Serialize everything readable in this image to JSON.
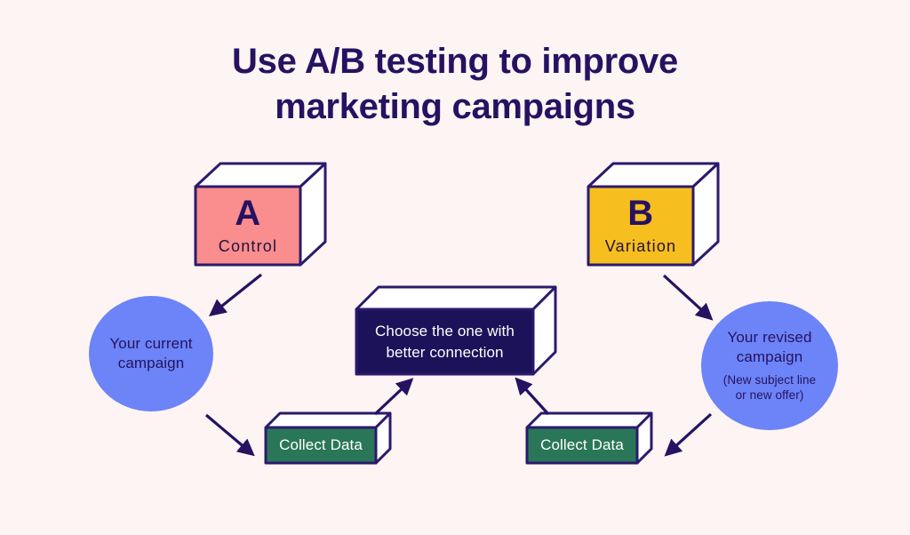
{
  "background_color": "#FDF4F3",
  "title": {
    "line1": "Use A/B testing to improve",
    "line2": "marketing campaigns",
    "color": "#261261"
  },
  "boxes": {
    "control": {
      "letter": "A",
      "label": "Control",
      "face_color": "#FA8D8D",
      "outline_color": "#2B1A6B",
      "top_color": "#FFFFFF",
      "side_color": "#FFFFFF"
    },
    "variation": {
      "letter": "B",
      "label": "Variation",
      "face_color": "#F7BE1F",
      "outline_color": "#2B1A6B",
      "top_color": "#FFFFFF",
      "side_color": "#FFFFFF"
    },
    "decision": {
      "line1": "Choose the one with",
      "line2": "better connection",
      "face_color": "#1B1259",
      "outline_color": "#2B1A6B",
      "text_color": "#FFFFFF"
    },
    "collect_left": {
      "label": "Collect Data",
      "face_color": "#2A7659",
      "outline_color": "#2B1A6B",
      "text_color": "#FFFFFF"
    },
    "collect_right": {
      "label": "Collect Data",
      "face_color": "#2A7659",
      "outline_color": "#2B1A6B",
      "text_color": "#FFFFFF"
    }
  },
  "circles": {
    "current_campaign": {
      "line1": "Your current",
      "line2": "campaign",
      "fill_color": "#6C84F7",
      "text_color": "#261261"
    },
    "revised_campaign": {
      "line1": "Your revised",
      "line2": "campaign",
      "sub1": "(New subject line",
      "sub2": "or new offer)",
      "fill_color": "#6C84F7",
      "text_color": "#261261"
    }
  },
  "arrows": [
    {
      "name": "control-to-current-campaign",
      "direction": "down-left"
    },
    {
      "name": "current-campaign-to-collect-left",
      "direction": "down-right"
    },
    {
      "name": "collect-left-to-decision",
      "direction": "up-right"
    },
    {
      "name": "collect-right-to-decision",
      "direction": "up-left"
    },
    {
      "name": "variation-to-revised-campaign",
      "direction": "down-right"
    },
    {
      "name": "revised-campaign-to-collect-right",
      "direction": "down-left"
    }
  ],
  "arrow_color": "#261261"
}
